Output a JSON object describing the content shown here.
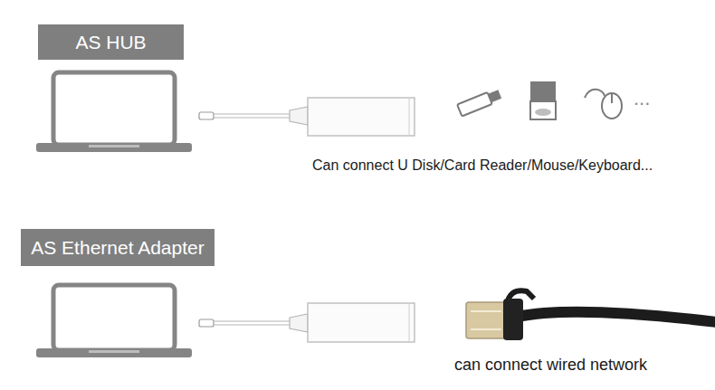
{
  "diagram": {
    "nodes": [
      {
        "text": [
          "AS HUB"
        ]
      },
      {
        "text": [
          "AS Ethernet Adapter"
        ]
      }
    ],
    "labels": [
      "...",
      "Can connect U Disk/Card Reader/Mouse/Keyboard...",
      "can connect wired network"
    ]
  }
}
